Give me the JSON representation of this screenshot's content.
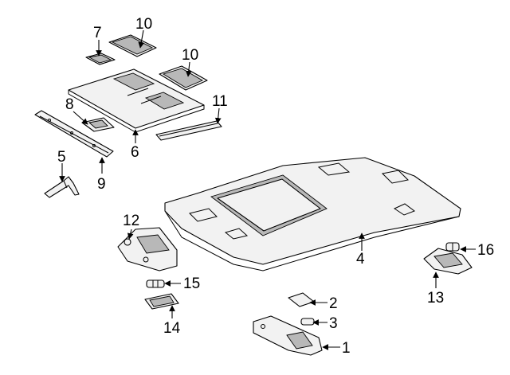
{
  "diagram": {
    "callouts": [
      "1",
      "2",
      "3",
      "4",
      "5",
      "6",
      "7",
      "8",
      "9",
      "10",
      "10",
      "11",
      "12",
      "13",
      "14",
      "15",
      "16"
    ]
  }
}
